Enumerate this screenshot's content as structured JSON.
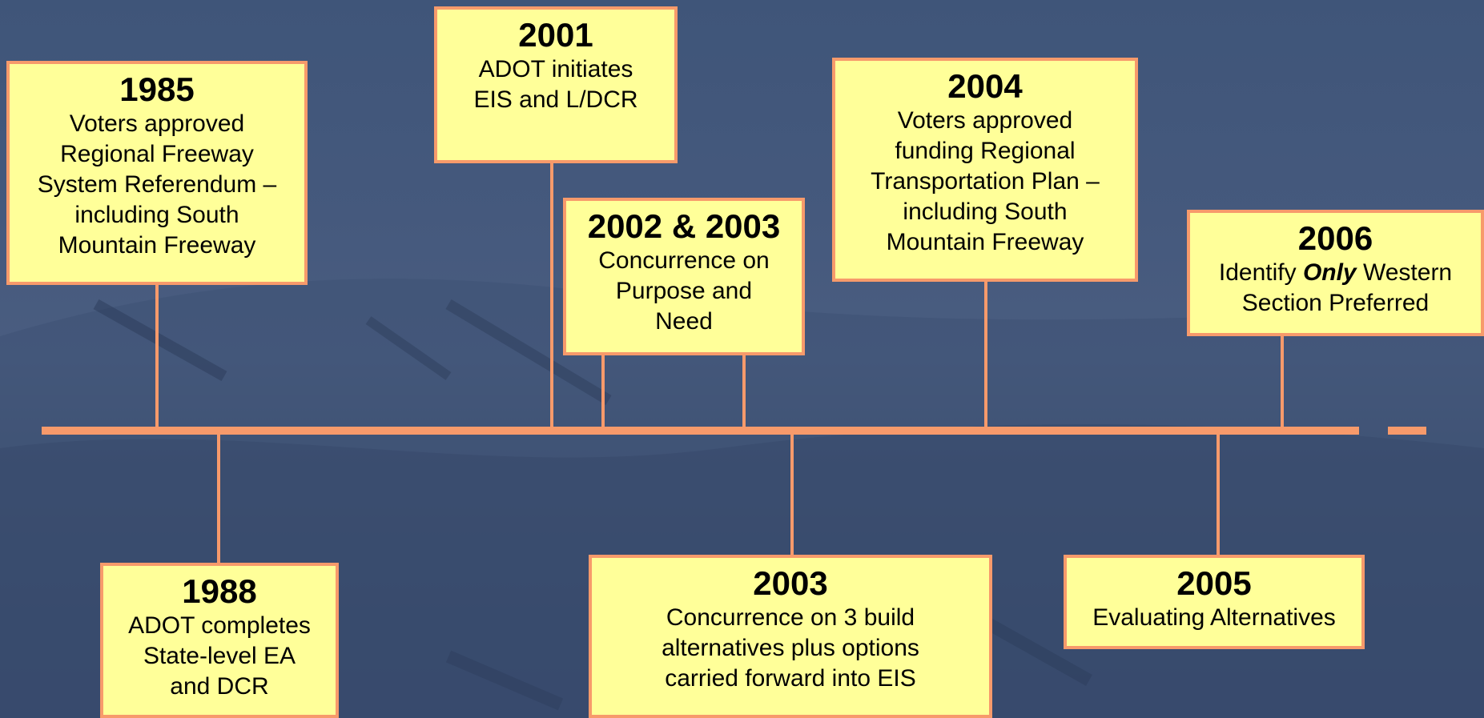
{
  "colors": {
    "box_fill": "#ffff99",
    "box_border": "#f79a6b",
    "timeline": "#f79a6b",
    "background": "#45597d"
  },
  "events": {
    "e1985": {
      "year": "1985",
      "lines": [
        "Voters approved",
        "Regional Freeway",
        "System Referendum –",
        "including South",
        "Mountain Freeway"
      ]
    },
    "e1988": {
      "year": "1988",
      "lines": [
        "ADOT completes",
        "State-level EA",
        "and DCR"
      ]
    },
    "e2001": {
      "year": "2001",
      "lines": [
        "ADOT initiates",
        "EIS and L/DCR"
      ]
    },
    "e2002": {
      "year": "2002 & 2003",
      "lines": [
        "Concurrence on",
        "Purpose and",
        "Need"
      ]
    },
    "e2003": {
      "year": "2003",
      "lines": [
        "Concurrence on 3 build",
        "alternatives plus options",
        "carried forward into EIS"
      ]
    },
    "e2004": {
      "year": "2004",
      "lines": [
        "Voters approved",
        "funding Regional",
        "Transportation Plan –",
        "including South",
        "Mountain Freeway"
      ]
    },
    "e2005": {
      "year": "2005",
      "lines": [
        "Evaluating Alternatives"
      ]
    },
    "e2006": {
      "year": "2006",
      "text_before": "Identify ",
      "emphasis": "Only",
      "text_after": " Western",
      "line2": "Section Preferred"
    }
  }
}
